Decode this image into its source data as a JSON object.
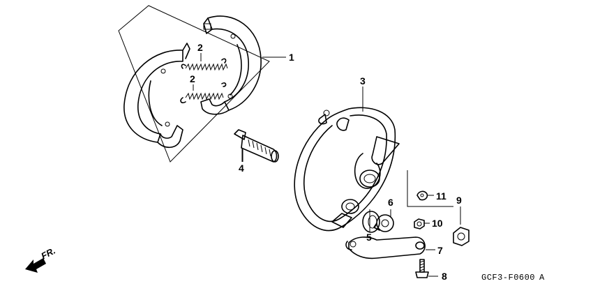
{
  "callouts": {
    "c1": "1",
    "c2a": "2",
    "c2b": "2",
    "c3": "3",
    "c4": "4",
    "c5": "5",
    "c6": "6",
    "c7": "7",
    "c8": "8",
    "c9": "9",
    "c10": "10",
    "c11": "11"
  },
  "direction_label": "FR.",
  "diagram_code": "GCF3-F0600",
  "diagram_code_suffix": "A",
  "colors": {
    "line": "#000000",
    "background": "#ffffff",
    "lining_fill": "#e8e8e8"
  },
  "icons": {
    "direction": "front-arrow-icon"
  }
}
